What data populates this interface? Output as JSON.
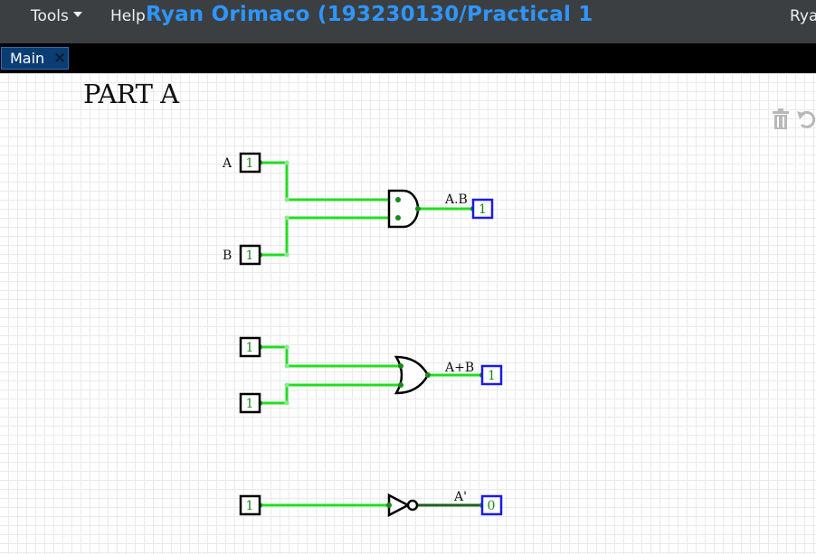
{
  "navbar": {
    "tools_label": "Tools",
    "help_label": "Help",
    "project_title": "Ryan Orimaco (193230130/Practical 1",
    "user_name": "Rya"
  },
  "tabs": [
    {
      "label": "Main",
      "close": "×"
    }
  ],
  "canvas": {
    "title": "PART A"
  },
  "circuit": {
    "and_section": {
      "input_a": {
        "label": "A",
        "value": "1"
      },
      "input_b": {
        "label": "B",
        "value": "1"
      },
      "output": {
        "label": "A.B",
        "value": "1"
      }
    },
    "or_section": {
      "input_1": {
        "value": "1"
      },
      "input_2": {
        "value": "1"
      },
      "output": {
        "label": "A+B",
        "value": "1"
      }
    },
    "not_section": {
      "input": {
        "value": "1"
      },
      "output": {
        "label": "A'",
        "value": "0"
      }
    }
  },
  "icons": {
    "trash": "trash-icon",
    "undo": "undo-icon"
  },
  "colors": {
    "navbar_bg": "#3b3f42",
    "title_blue": "#2f95ff",
    "wire_active": "#22dd22",
    "wire_inactive": "#1f5f1f",
    "output_border": "#1a1aee",
    "grid_line": "#eaeaea"
  }
}
